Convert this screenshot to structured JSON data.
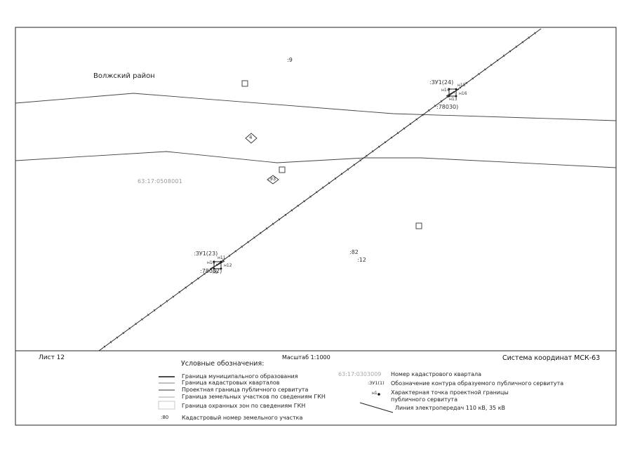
{
  "map": {
    "district_label": "Волжский район",
    "quarter_label": "63:17:0508001",
    "parcel_labels": {
      "p9": ":9",
      "p4": "4",
      "p93": ":93",
      "p82": ":82",
      "p12": ":12"
    },
    "servitude_top": {
      "code": ":ЗУ1(24)",
      "parcel": ":78030)",
      "points": [
        "н14",
        "н15",
        "н16",
        "н13"
      ]
    },
    "servitude_bottom": {
      "code": ":ЗУ1(23)",
      "parcel": ":78082)",
      "points": [
        "н10",
        "н11",
        "н12",
        "н9"
      ]
    }
  },
  "footer": {
    "sheet": "Лист 12",
    "scale": "Масштаб 1:1000",
    "coord_system": "Система координат МСК-63"
  },
  "legend": {
    "title": "Условные обозначения:",
    "left_items": [
      "Граница муниципального образования",
      "Граница кадастровых кварталов",
      "Проектная граница публичного сервитута",
      "Граница земельных участков по сведениям ГКН",
      "Граница охранных зон по сведениям ГКН",
      "Кадастровый номер земельного участка"
    ],
    "parcel_sample": ":80",
    "right_items": [
      "Номер кадастрового квартала",
      "Обозначение контура образуемого публичного сервитута",
      "Характерная точка проектной границы",
      "публичного сервитута",
      "Линия электропередач 110 кВ, 35 кВ"
    ],
    "quarter_sample": "63:17:0303009",
    "contour_sample": ":ЗУ1(1)",
    "point_sample": "н1"
  },
  "colors": {
    "line": "#222222",
    "grey_text": "#999999",
    "border": "#222222"
  }
}
